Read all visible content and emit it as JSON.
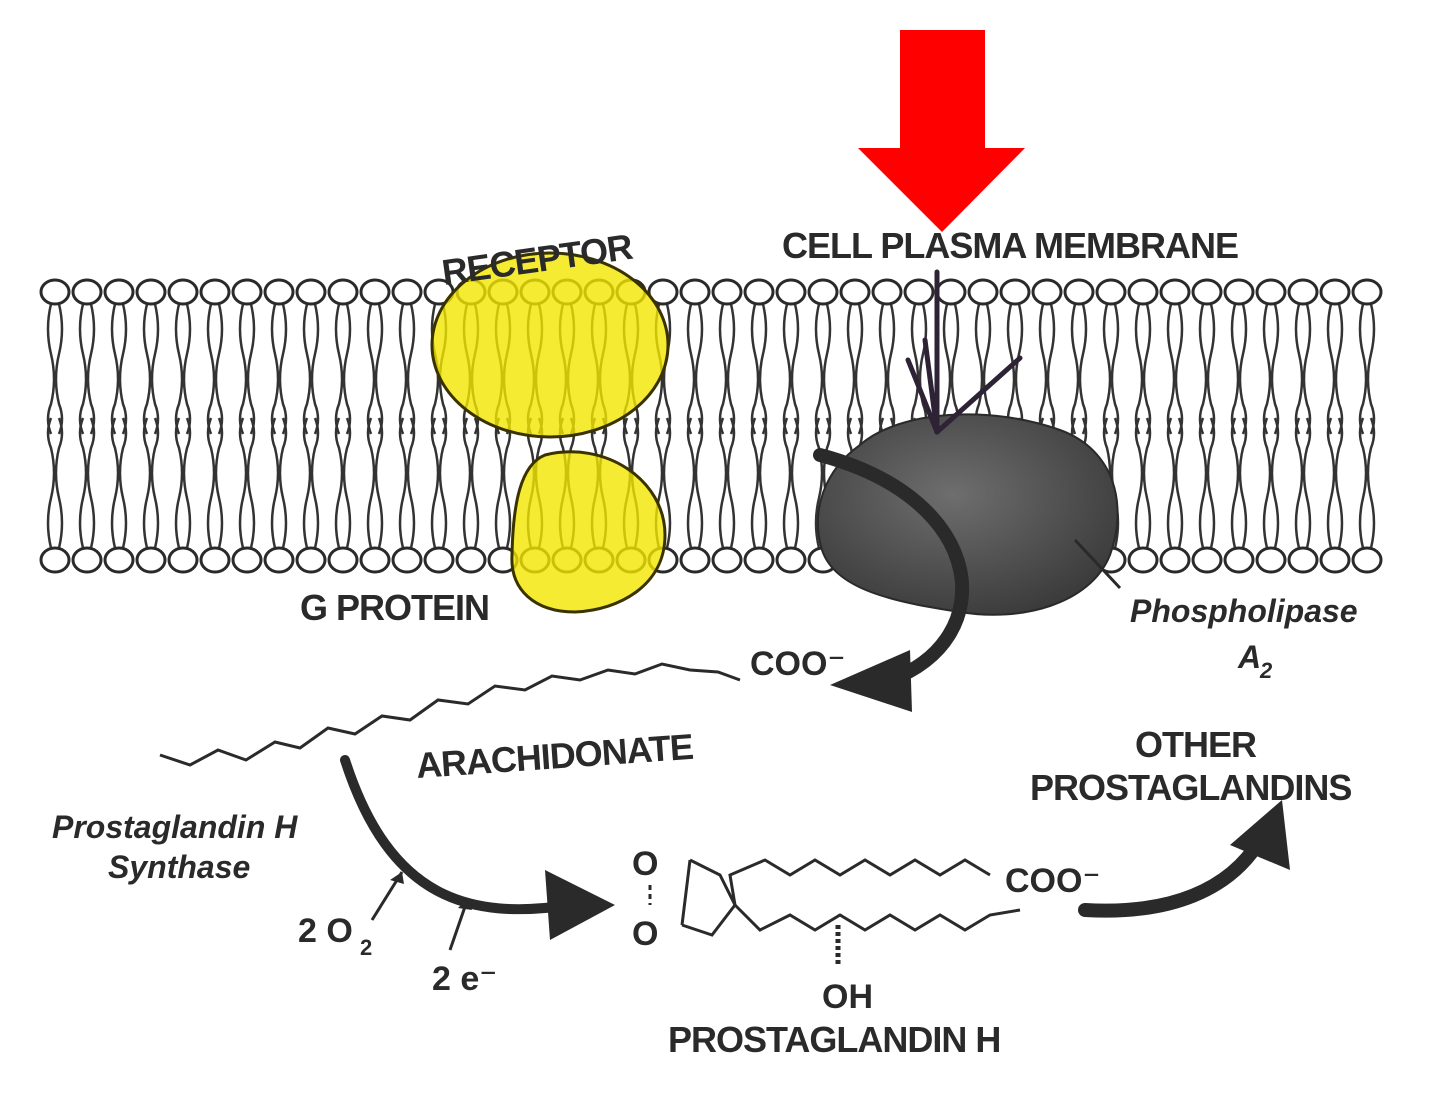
{
  "labels": {
    "receptor": "RECEPTOR",
    "membrane": "CELL PLASMA MEMBRANE",
    "g_protein": "G PROTEIN",
    "enzyme_pla2": "Phospholipase",
    "enzyme_pla2_sub": "A",
    "enzyme_pla2_subscript": "2",
    "coo_top": "COO⁻",
    "arachidonate": "ARACHIDONATE",
    "pgh_synthase_1": "Prostaglandin H",
    "pgh_synthase_2": "Synthase",
    "oxygen": "2 O",
    "oxygen_sub": "2",
    "electrons": "2 e⁻",
    "o_top": "O",
    "o_bottom": "O",
    "coo_product": "COO⁻",
    "oh": "OH",
    "pgh": "PROSTAGLANDIN H",
    "other_1": "OTHER",
    "other_2": "PROSTAGLANDINS"
  },
  "colors": {
    "highlight_arrow": "#ff0000",
    "receptor_fill": "#f2e600",
    "enzyme_fill": "#4a4a4a",
    "ink": "#2a2a2a"
  }
}
